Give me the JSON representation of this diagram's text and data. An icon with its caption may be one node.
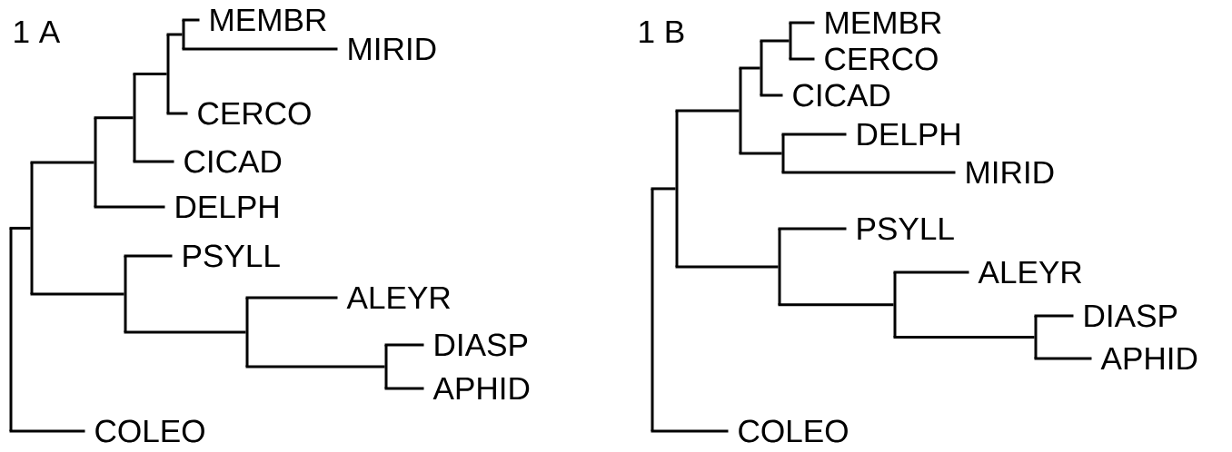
{
  "diagram": {
    "nodes": [
      {
        "text": [
          "MEMBR"
        ]
      },
      {
        "text": [
          "MIRID"
        ]
      },
      {
        "text": [
          "CERCO"
        ]
      },
      {
        "text": [
          "CICAD"
        ]
      },
      {
        "text": [
          "DELPH"
        ]
      },
      {
        "text": [
          "PSYLL"
        ]
      },
      {
        "text": [
          "ALEYR"
        ]
      },
      {
        "text": [
          "DIASP"
        ]
      },
      {
        "text": [
          "APHID"
        ]
      },
      {
        "text": [
          "COLEO"
        ]
      },
      {
        "text": [],
        "shape": "bar"
      },
      {
        "text": [],
        "shape": "bar"
      },
      {
        "text": [],
        "shape": "bar"
      },
      {
        "text": [],
        "shape": "bar"
      },
      {
        "text": [],
        "shape": "bar"
      },
      {
        "text": [],
        "shape": "bar"
      },
      {
        "text": [],
        "shape": "bar"
      },
      {
        "text": [],
        "shape": "bar"
      },
      {
        "text": [],
        "shape": "bar"
      },
      {
        "text": [
          "MEMBR"
        ]
      },
      {
        "text": [
          "CERCO"
        ]
      },
      {
        "text": [
          "CICAD"
        ]
      },
      {
        "text": [
          "DELPH"
        ]
      },
      {
        "text": [
          "MIRID"
        ]
      },
      {
        "text": [
          "PSYLL"
        ]
      },
      {
        "text": [
          "ALEYR"
        ]
      },
      {
        "text": [
          "DIASP"
        ]
      },
      {
        "text": [
          "APHID"
        ]
      },
      {
        "text": [
          "COLEO"
        ]
      },
      {
        "text": [],
        "shape": "bar"
      },
      {
        "text": [],
        "shape": "bar"
      },
      {
        "text": [],
        "shape": "bar"
      },
      {
        "text": [],
        "shape": "bar"
      },
      {
        "text": [],
        "shape": "bar"
      },
      {
        "text": [],
        "shape": "bar"
      },
      {
        "text": [],
        "shape": "bar"
      },
      {
        "text": [],
        "shape": "bar"
      },
      {
        "text": [],
        "shape": "bar"
      }
    ],
    "edges": [
      {
        "from": 10,
        "to": 11,
        "arrow": "none"
      },
      {
        "from": 10,
        "to": 9,
        "arrow": "none"
      },
      {
        "from": 11,
        "to": 12,
        "arrow": "none"
      },
      {
        "from": 11,
        "to": 16,
        "arrow": "none"
      },
      {
        "from": 12,
        "to": 13,
        "arrow": "none"
      },
      {
        "from": 12,
        "to": 4,
        "arrow": "none"
      },
      {
        "from": 13,
        "to": 14,
        "arrow": "none"
      },
      {
        "from": 13,
        "to": 3,
        "arrow": "none"
      },
      {
        "from": 14,
        "to": 15,
        "arrow": "none"
      },
      {
        "from": 14,
        "to": 2,
        "arrow": "none"
      },
      {
        "from": 15,
        "to": 0,
        "arrow": "none"
      },
      {
        "from": 15,
        "to": 1,
        "arrow": "none"
      },
      {
        "from": 16,
        "to": 5,
        "arrow": "none"
      },
      {
        "from": 16,
        "to": 17,
        "arrow": "none"
      },
      {
        "from": 17,
        "to": 6,
        "arrow": "none"
      },
      {
        "from": 17,
        "to": 18,
        "arrow": "none"
      },
      {
        "from": 18,
        "to": 7,
        "arrow": "none"
      },
      {
        "from": 18,
        "to": 8,
        "arrow": "none"
      },
      {
        "from": 29,
        "to": 30,
        "arrow": "none"
      },
      {
        "from": 29,
        "to": 28,
        "arrow": "none"
      },
      {
        "from": 30,
        "to": 31,
        "arrow": "none"
      },
      {
        "from": 30,
        "to": 35,
        "arrow": "none"
      },
      {
        "from": 31,
        "to": 32,
        "arrow": "none"
      },
      {
        "from": 31,
        "to": 34,
        "arrow": "none"
      },
      {
        "from": 32,
        "to": 33,
        "arrow": "none"
      },
      {
        "from": 32,
        "to": 21,
        "arrow": "none"
      },
      {
        "from": 33,
        "to": 19,
        "arrow": "none"
      },
      {
        "from": 33,
        "to": 20,
        "arrow": "none"
      },
      {
        "from": 34,
        "to": 22,
        "arrow": "none"
      },
      {
        "from": 34,
        "to": 23,
        "arrow": "none"
      },
      {
        "from": 35,
        "to": 24,
        "arrow": "none"
      },
      {
        "from": 35,
        "to": 36,
        "arrow": "none"
      },
      {
        "from": 36,
        "to": 25,
        "arrow": "none"
      },
      {
        "from": 36,
        "to": 37,
        "arrow": "none"
      },
      {
        "from": 37,
        "to": 26,
        "arrow": "none"
      },
      {
        "from": 37,
        "to": 27,
        "arrow": "none"
      }
    ],
    "labels": [
      "1 A",
      "1 B"
    ]
  }
}
